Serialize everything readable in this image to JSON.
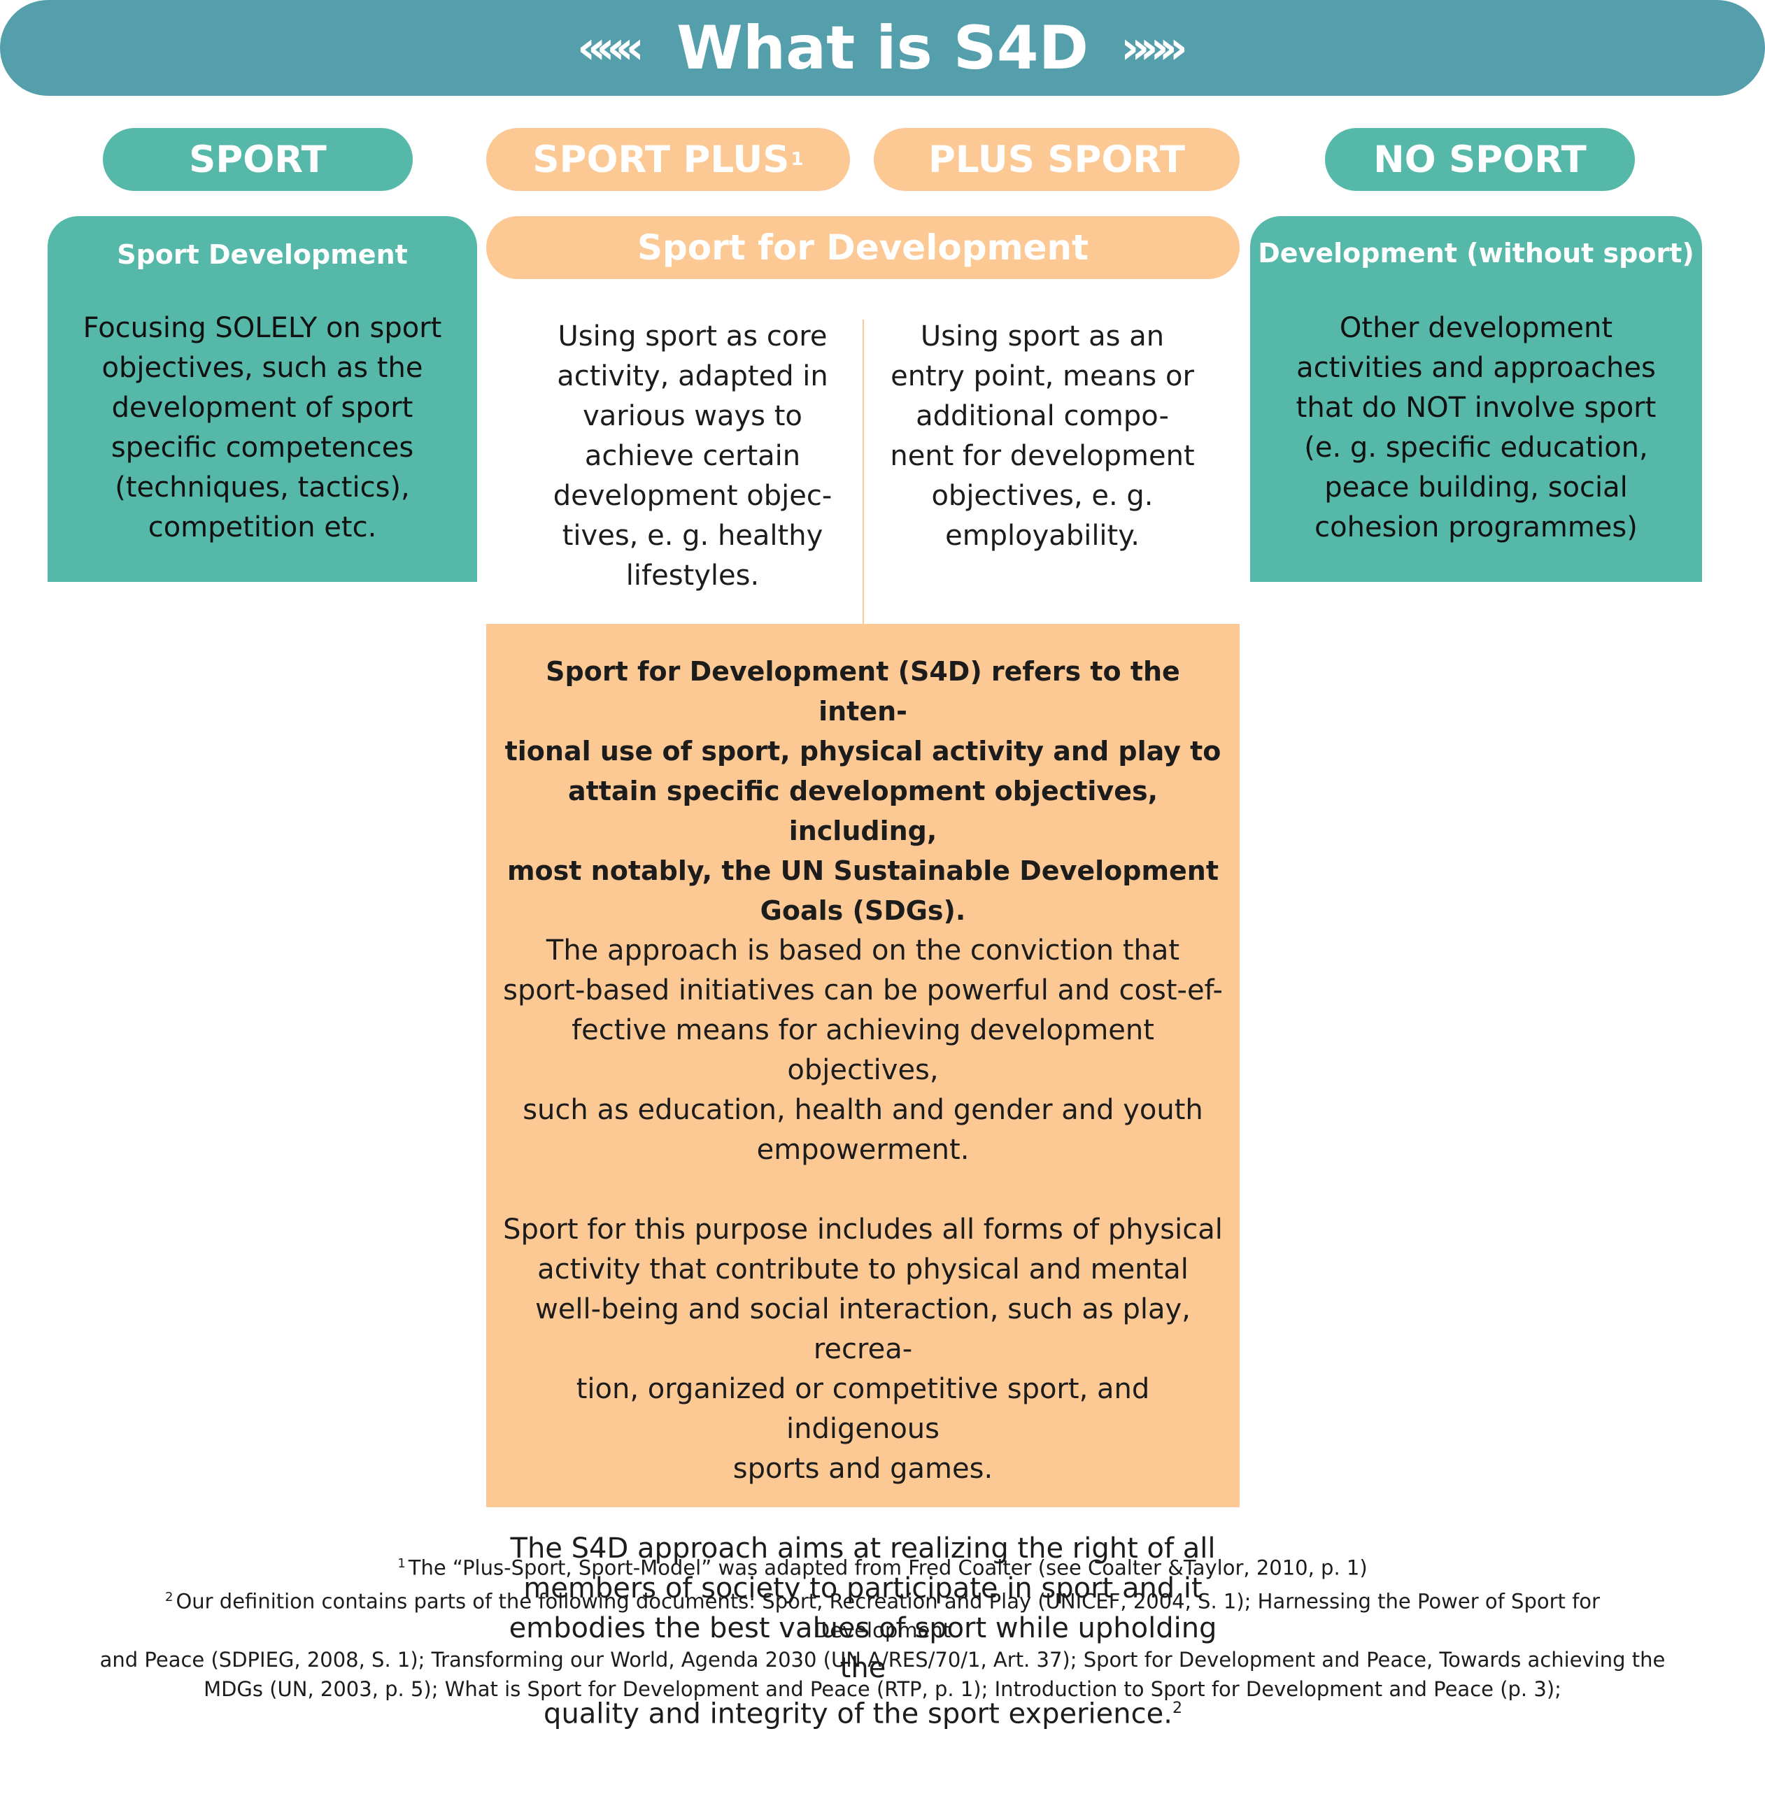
{
  "colors": {
    "banner": "#559eac",
    "teal": "#56b8a8",
    "orange": "#fcc893"
  },
  "banner": {
    "left_chevrons": "«««",
    "title": "What is S4D",
    "right_chevrons": "»»»"
  },
  "categories": {
    "sport": "SPORT",
    "sport_plus": "SPORT PLUS",
    "sport_plus_footnote": "1",
    "plus_sport": "PLUS SPORT",
    "no_sport": "NO SPORT"
  },
  "sport_development": {
    "header": "Sport Development",
    "lines": [
      "Focusing SOLELY on sport",
      "objectives, such as the",
      "development of sport",
      "specific competences",
      "(techniques, tactics),",
      "competition etc."
    ]
  },
  "sport_for_development": {
    "label": "Sport for Development"
  },
  "sport_plus_text": {
    "lines": [
      "Using sport as core",
      "activity, adapted in",
      "various ways to",
      "achieve certain",
      "development objec-",
      "tives, e. g. healthy",
      "lifestyles."
    ]
  },
  "plus_sport_text": {
    "lines": [
      "Using sport as an",
      "entry point, means or",
      "additional compo-",
      "nent for development",
      "objectives, e. g.",
      "employability."
    ]
  },
  "development_without_sport": {
    "header": "Development (without sport)",
    "lines": [
      "Other development",
      "activities and approaches",
      "that do NOT involve sport",
      "(e. g. specific education,",
      "peace building, social",
      "cohesion programmes)"
    ]
  },
  "definition": {
    "bold_lines": [
      "Sport for Development (S4D) refers to the inten-",
      "tional use of sport, physical activity and play to",
      "attain specific development objectives, including,",
      "most notably, the UN Sustainable Development",
      "Goals (SDGs)."
    ],
    "para1_lines": [
      "The approach is based on the conviction that",
      "sport-based initiatives can be powerful and cost-ef-",
      "fective means for achieving development objectives,",
      "such as education, health and gender and youth",
      "empowerment."
    ],
    "para2_lines": [
      "Sport for this purpose includes all forms of physical",
      "activity that contribute to physical and mental",
      "well-being and social interaction, such as play, recrea-",
      "tion, organized or competitive sport, and indigenous",
      "sports and games."
    ],
    "para3_lines": [
      "The S4D approach aims at realizing the right of all",
      "members of society to participate in sport and it",
      "embodies the best values of sport while upholding the",
      "quality and integrity of the sport experience."
    ],
    "para3_footnote": "2"
  },
  "footnotes": {
    "fn1_mark": "1",
    "fn1_text": "The “Plus-Sport, Sport-Model” was adapted from Fred Coalter (see Coalter &Taylor, 2010, p. 1)",
    "fn2_mark": "2",
    "fn2_lines": [
      "Our definition contains parts of the following documents: Sport, Recreation and Play (UNICEF, 2004, S. 1); Harnessing the Power of Sport for Development",
      "and Peace (SDPIEG, 2008, S. 1); Transforming our World, Agenda 2030 (UN A/RES/70/1, Art. 37); Sport for Development and Peace, Towards achieving the",
      "MDGs (UN, 2003, p. 5); What is Sport for Development and Peace (RTP, p. 1); Introduction to Sport for Development and Peace (p. 3);"
    ]
  }
}
